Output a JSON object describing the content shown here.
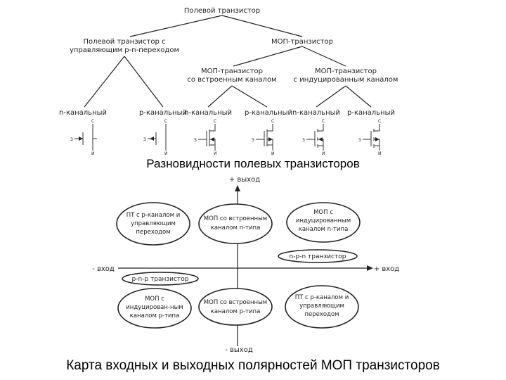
{
  "tree": {
    "root": "Полевой транзистор",
    "jfet": [
      "Полевой транзистор с",
      "управляющим p-n-переходом"
    ],
    "mos": "МОП-транзистор",
    "mos_built_in": [
      "МОП-транзистор",
      "со встроенным каналом"
    ],
    "mos_induced": [
      "МОП-транзистор",
      "с индуцированным каналом"
    ],
    "leaves": [
      "n-канальный",
      "p-канальный",
      "n-канальный",
      "p-канальный",
      "n-канальный",
      "p-канальный"
    ],
    "pin_gate": "З",
    "pin_source": "И",
    "pin_drain": "С"
  },
  "caption_top": "Разновидности полевых транзисторов",
  "map": {
    "axis_up": "+ выход",
    "axis_down": "- выход",
    "axis_left": "- вход",
    "axis_right": "+ вход",
    "npn_label": "n-p-n транзистор",
    "pnp_label": "p-n-p транзистор",
    "q1": [
      "ПТ с  p-каналом и",
      "управляющим",
      "переходом"
    ],
    "q2": [
      "МОП со встроенным",
      "каналом   n-типа"
    ],
    "q3": [
      "МОП с",
      "индуцированным",
      "каналом   n-типа"
    ],
    "q4": [
      "МОП с",
      "индуцирован-ным",
      "каналом   p-типа"
    ],
    "q5": [
      "МОП со встроенным",
      "каналом   p-типа"
    ],
    "q6": [
      "ПТ с  p-каналом и",
      "управляющим",
      "переходом"
    ]
  },
  "caption_bottom": "Карта входных и выходных полярностей МОП транзисторов"
}
